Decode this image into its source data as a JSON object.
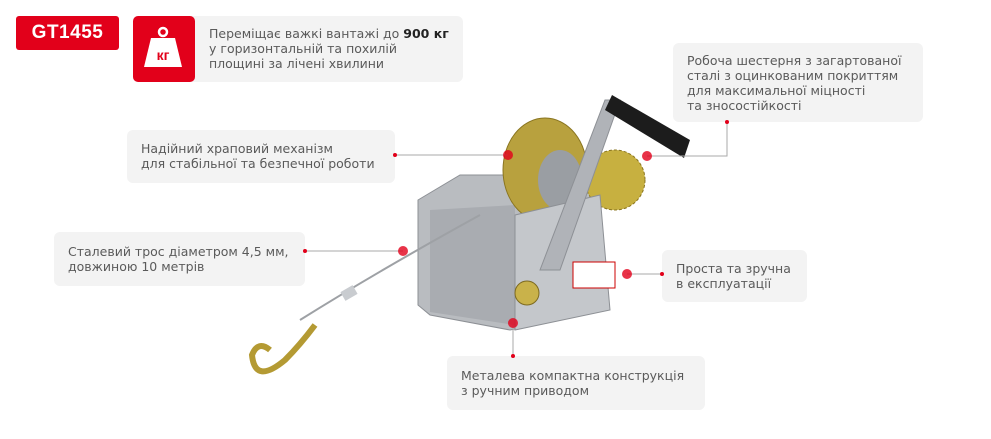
{
  "model": "GT1455",
  "weight_icon_text": "кг",
  "accent": "#e2001a",
  "features": {
    "load": {
      "pre": "Переміщає важкі вантажі до ",
      "bold": "900 кг",
      "line2": "у горизонтальній та похилій",
      "line3": "площині за лічені хвилини"
    },
    "gear": [
      "Робоча шестерня з загартованої",
      "сталі з оцинкованим покриттям",
      "для максимальної міцності",
      "та зносостійкості"
    ],
    "ratchet": [
      "Надійний храповий механізм",
      "для стабільної та безпечної роботи"
    ],
    "cable": [
      "Сталевий трос діаметром 4,5 мм,",
      "довжиною 10 метрів"
    ],
    "easy": [
      "Проста та зручна",
      "в експлуатації"
    ],
    "body": [
      "Металева компактна конструкція",
      "з ручним приводом"
    ]
  }
}
